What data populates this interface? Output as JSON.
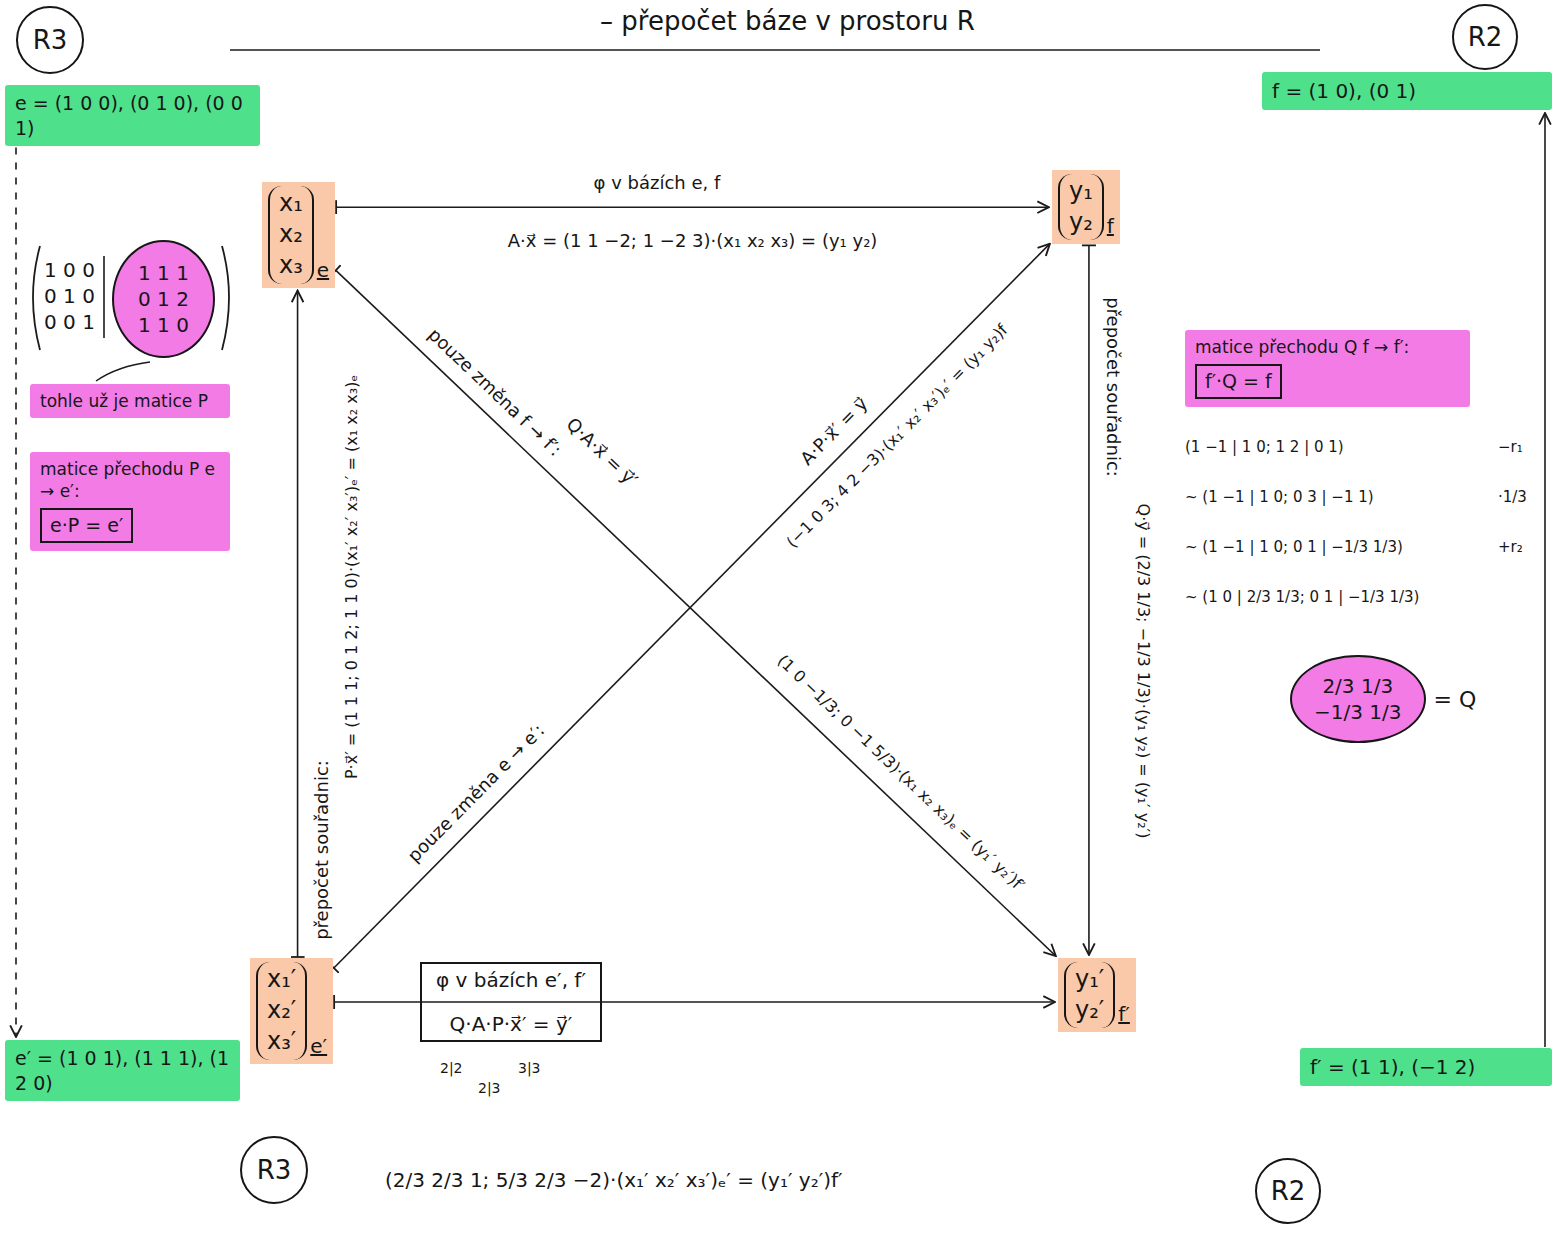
{
  "diagram": {
    "title": "– přepočet báze v prostoru R",
    "nodes": [
      {
        "text": [
          "R3"
        ]
      },
      {
        "text": [
          "R2"
        ]
      },
      {
        "text": [
          "e = (1 0 0), (0 1 0), (0 0 1)"
        ]
      },
      {
        "text": [
          "f = (1 0), (0 1)"
        ]
      },
      {
        "text": [
          "x₁ x₂ x₃",
          "e"
        ]
      },
      {
        "text": [
          "y₁ y₂",
          "f"
        ]
      },
      {
        "text": [
          "1 1 1",
          "0 1 2",
          "1 1 0"
        ]
      },
      {
        "text": [
          "tohle už je matice P"
        ]
      },
      {
        "text": [
          "matice přechodu P e → e′:",
          "e·P = e′"
        ]
      },
      {
        "text": [
          "matice přechodu Q f → f′:",
          "f′·Q = f"
        ]
      },
      {
        "text": [
          "2/3 1/3",
          "−1/3 1/3",
          "= Q"
        ]
      },
      {
        "text": [
          "x₁′ x₂′ x₃′",
          "e′"
        ]
      },
      {
        "text": [
          "φ v bázích e′, f′",
          "Q·A·P·x⃗′ = y⃗′"
        ]
      },
      {
        "text": [
          "y₁′ y₂′",
          "f′"
        ]
      },
      {
        "text": [
          "e′ = (1 0 1), (1 1 1), (1 2 0)"
        ]
      },
      {
        "text": [
          "R3"
        ]
      },
      {
        "text": [
          "f′ = (1 1), (−1 2)"
        ]
      },
      {
        "text": [
          "R2"
        ]
      }
    ],
    "edges": [
      {
        "from": 4,
        "to": 5,
        "arrow": "to",
        "label": "φ v bázích e, f"
      },
      {
        "from": 11,
        "to": 4,
        "arrow": "to",
        "label": "přepočet souřadnic:"
      },
      {
        "from": 5,
        "to": 13,
        "arrow": "to",
        "label": "přepočet souřadnic:"
      },
      {
        "from": 11,
        "to": 5,
        "arrow": "to",
        "label": "pouze změna e → e′:"
      },
      {
        "from": 4,
        "to": 13,
        "arrow": "to",
        "label": "pouze změna f → f′:"
      },
      {
        "from": 11,
        "to": 13,
        "arrow": "to"
      },
      {
        "from": 2,
        "to": 14,
        "arrow": "to"
      },
      {
        "from": 16,
        "to": 3,
        "arrow": "to"
      }
    ],
    "labels": [
      "A·x⃗ = (1 1 −2; 1 −2 3)·(x₁ x₂ x₃) = (y₁ y₂)",
      "P·x⃗′ = (1 1 1; 0 1 2; 1 1 0)·(x₁′ x₂′ x₃′)ₑ′ = (x₁ x₂ x₃)ₑ",
      "Q·y⃗ = (2/3 1/3; −1/3 1/3)·(y₁ y₂) = (y₁′ y₂′)",
      "A·P·x⃗′ = y⃗",
      "(−1 0 3; 4 2 −3)·(x₁′ x₂′ x₃′)ₑ′ = (y₁ y₂)f",
      "Q·A·x⃗ = y⃗′",
      "(1 0 −1/3; 0 −1 5/3)·(x₁ x₂ x₃)ₑ = (y₁′ y₂′)f′",
      "2|2",
      "2|3",
      "3|3",
      "(2/3 2/3 1; 5/3 2/3 −2)·(x₁′ x₂′ x₃′)ₑ′ = (y₁′ y₂′)f′",
      "1 0 0",
      "0 1 0",
      "0 0 1",
      "(1 −1 | 1 0; 1 2 | 0 1)",
      "−r₁",
      "~ (1 −1 | 1 0; 0 3 | −1 1)",
      "·1/3",
      "~ (1 −1 | 1 0; 0 1 | −1/3 1/3)",
      "+r₂",
      "~ (1 0 | 2/3 1/3; 0 1 | −1/3 1/3)"
    ]
  }
}
